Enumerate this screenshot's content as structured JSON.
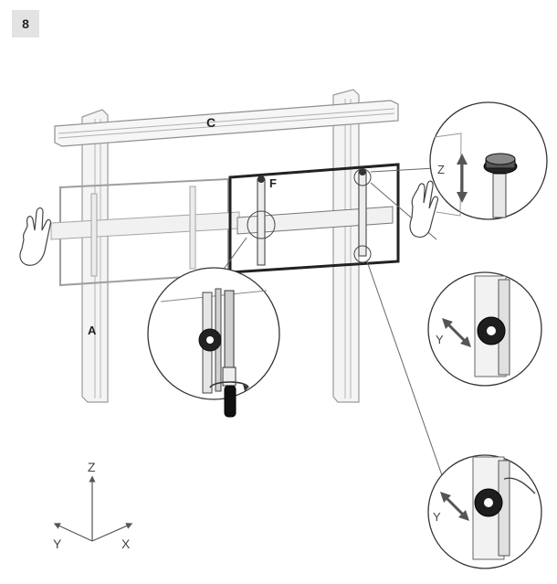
{
  "step": {
    "number": "8"
  },
  "labels": {
    "crossbar": "C",
    "upright": "A",
    "bracket": "F"
  },
  "axes_detail": {
    "z": "Z",
    "y_mid": "Y",
    "y_bottom": "Y"
  },
  "axes_triad": {
    "z": "Z",
    "y": "Y",
    "x": "X"
  },
  "colors": {
    "line": "#333333",
    "light": "#9a9a9a",
    "fill": "#f2f2f2",
    "dark": "#1a1a1a"
  }
}
